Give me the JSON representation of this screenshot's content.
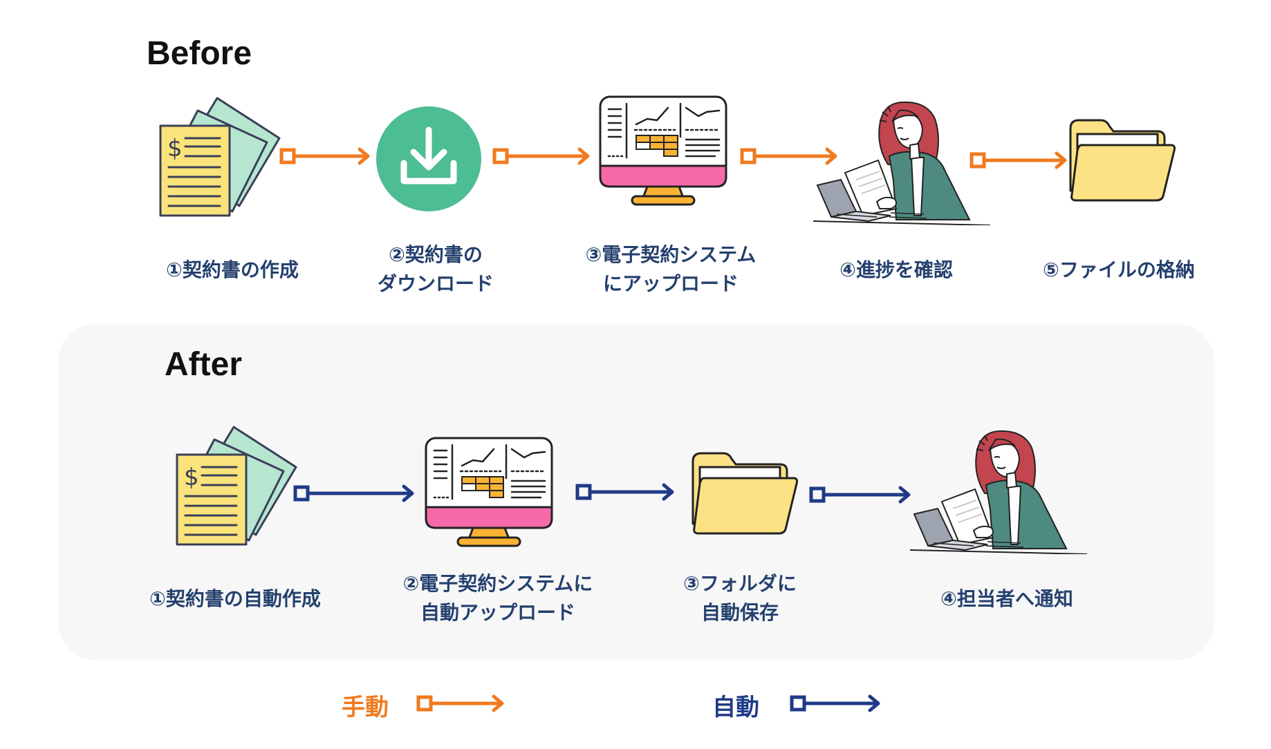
{
  "before": {
    "heading": "Before",
    "steps": [
      {
        "icon": "documents-icon",
        "label_lines": [
          "①契約書の作成"
        ]
      },
      {
        "icon": "download-icon",
        "label_lines": [
          "②契約書の",
          "ダウンロード"
        ]
      },
      {
        "icon": "monitor-dashboard-icon",
        "label_lines": [
          "③電子契約システム",
          "にアップロード"
        ]
      },
      {
        "icon": "woman-working-icon",
        "label_lines": [
          "④進捗を確認"
        ]
      },
      {
        "icon": "folder-icon",
        "label_lines": [
          "⑤ファイルの格納"
        ]
      }
    ]
  },
  "after": {
    "heading": "After",
    "steps": [
      {
        "icon": "documents-icon",
        "label_lines": [
          "①契約書の自動作成"
        ]
      },
      {
        "icon": "monitor-dashboard-icon",
        "label_lines": [
          "②電子契約システムに",
          "自動アップロード"
        ]
      },
      {
        "icon": "folder-icon",
        "label_lines": [
          "③フォルダに",
          "自動保存"
        ]
      },
      {
        "icon": "woman-working-icon",
        "label_lines": [
          "④担当者へ通知"
        ]
      }
    ]
  },
  "legend": {
    "manual": {
      "label": "手動",
      "color": "#f07a1f"
    },
    "auto": {
      "label": "自動",
      "color": "#1f3a86"
    }
  },
  "colors": {
    "manual_arrow": "#f07a1f",
    "auto_arrow": "#1f3a86",
    "label_text": "#24406e",
    "download_circle": "#4dbd93",
    "document_yellow": "#f9e37a",
    "document_green": "#b6e6d0",
    "monitor_pink": "#f56aa8",
    "monitor_stand": "#f9b233",
    "folder_yellow": "#fde285"
  }
}
